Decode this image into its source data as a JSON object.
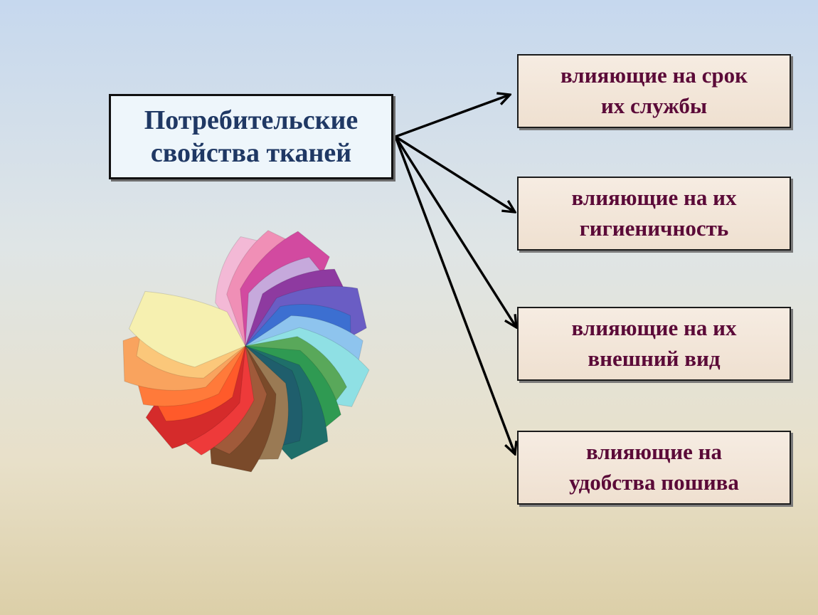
{
  "main": {
    "title": "Потребительские\nсвойства тканей"
  },
  "categories": [
    {
      "label": "влияющие на срок\nих службы"
    },
    {
      "label": "влияющие на их\nгигиеничность"
    },
    {
      "label": "влияющие на их\nвнешний вид"
    },
    {
      "label": "влияющие на\nудобства пошива"
    }
  ],
  "colors": {
    "main_text": "#1f3864",
    "category_text": "#5b0a38",
    "arrow": "#000000"
  },
  "image": {
    "icon": "fabric-swatches-fan",
    "swatch_colors": [
      "#f3b9d6",
      "#f08fb6",
      "#d24aa0",
      "#c6a9dc",
      "#8e3aa0",
      "#6a5dc4",
      "#3c6fd1",
      "#8ec4ee",
      "#8fe0e4",
      "#59a85a",
      "#2f9a52",
      "#1f6f6a",
      "#1f5e6c",
      "#9a7a54",
      "#7a4a2a",
      "#a05a3a",
      "#ee3a3a",
      "#d52b2b",
      "#ff5a2a",
      "#ff7a3a",
      "#f9a35e",
      "#fbc77a",
      "#f6f0b0"
    ]
  }
}
